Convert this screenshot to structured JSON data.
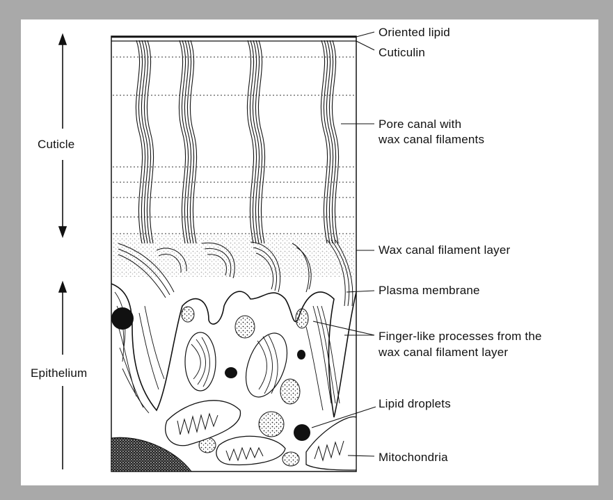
{
  "diagram": {
    "left_labels": {
      "cuticle": "Cuticle",
      "epithelium": "Epithelium"
    },
    "right_labels": {
      "oriented_lipid": "Oriented lipid",
      "cuticulin": "Cuticulin",
      "pore_canal_line1": "Pore canal with",
      "pore_canal_line2": "wax canal filaments",
      "wax_canal_filament_layer": "Wax canal filament layer",
      "plasma_membrane": "Plasma membrane",
      "finger_processes_line1": "Finger-like processes from the",
      "finger_processes_line2": "wax canal filament layer",
      "lipid_droplets": "Lipid droplets",
      "mitochondria": "Mitochondria"
    }
  },
  "colors": {
    "background": "#a9a9a9",
    "panel": "#ffffff",
    "ink": "#111111"
  }
}
